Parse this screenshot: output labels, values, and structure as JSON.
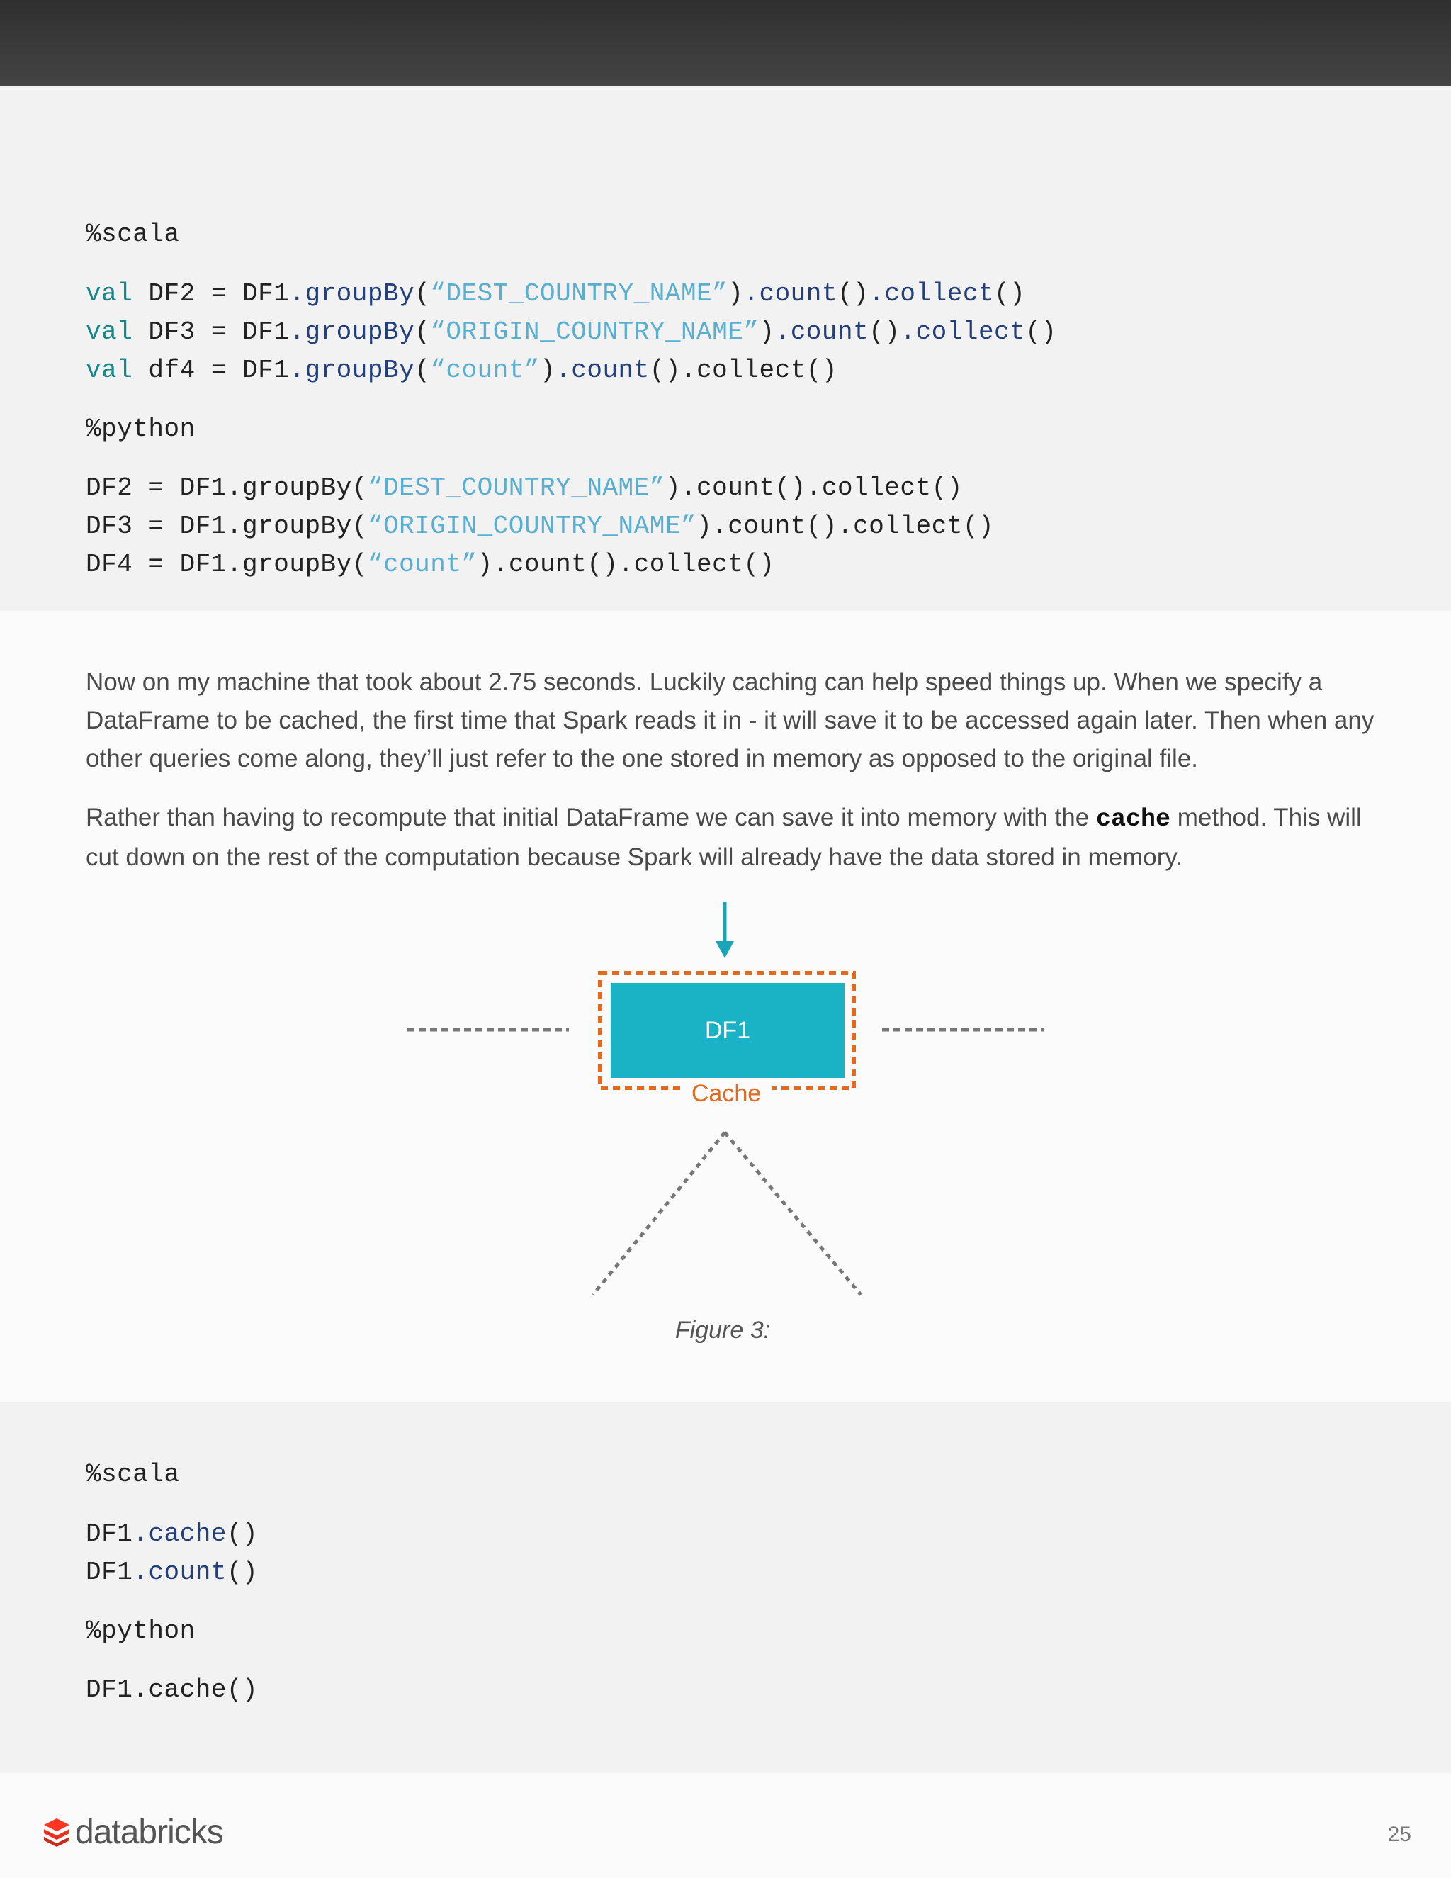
{
  "code_top": {
    "scala_tag": "%scala",
    "scala_lines": [
      {
        "kw": "val",
        "var": " DF2 = DF1",
        "m1": ".groupBy",
        "p1": "(",
        "str": "“DEST_COUNTRY_NAME”",
        "p2": ")",
        "m2": ".count",
        "p3": "()",
        "m3": ".collect",
        "p4": "()"
      },
      {
        "kw": "val",
        "var": " DF3 = DF1",
        "m1": ".groupBy",
        "p1": "(",
        "str": "“ORIGIN_COUNTRY_NAME”",
        "p2": ")",
        "m2": ".count",
        "p3": "()",
        "m3": ".collect",
        "p4": "()"
      },
      {
        "kw": "val",
        "var": " df4 = DF1",
        "m1": ".groupBy",
        "p1": "(",
        "str": "“count”",
        "p2": ")",
        "m2": ".count",
        "p3": "().collect()"
      }
    ],
    "python_tag": "%python",
    "python_lines": [
      {
        "pre": "DF2 = DF1.groupBy(",
        "str": "“DEST_COUNTRY_NAME”",
        "post": ").count().collect()"
      },
      {
        "pre": "DF3 = DF1.groupBy(",
        "str": "“ORIGIN_COUNTRY_NAME”",
        "post": ").count().collect()"
      },
      {
        "pre": "DF4 = DF1.groupBy(",
        "str": "“count”",
        "post": ").count().collect()"
      }
    ]
  },
  "prose": {
    "p1": "Now on my machine that took about 2.75 seconds. Luckily caching can help speed things up. When we specify a DataFrame to be cached, the first time that Spark reads it in - it will save it to be accessed again later. Then when any other queries come along, they’ll just refer to the one stored in memory as opposed to the original file.",
    "p2_before": "Rather than having to recompute that initial DataFrame we can save it into memory with the ",
    "p2_code": "cache",
    "p2_after": " method. This will cut down on the rest of the computation because Spark will already have the data stored in memory."
  },
  "figure": {
    "node_label": "DF1",
    "cache_label": "Cache",
    "caption": "Figure 3:",
    "colors": {
      "node": "#1ab3c6",
      "cache": "#e06a22",
      "arrow": "#1aa6b8",
      "dashed": "#777777"
    }
  },
  "code_bottom": {
    "scala_tag": "%scala",
    "scala_lines": [
      {
        "obj": "DF1",
        "method": ".cache",
        "paren": "()"
      },
      {
        "obj": "DF1",
        "method": ".count",
        "paren": "()"
      }
    ],
    "python_tag": "%python",
    "python_line": "DF1.cache()"
  },
  "footer": {
    "logo_text": "databricks",
    "logo_icon": "databricks-stack-icon",
    "page_number": "25"
  }
}
